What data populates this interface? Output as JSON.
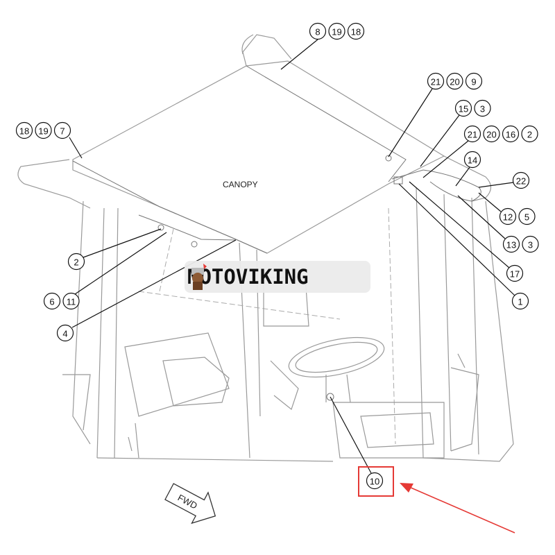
{
  "diagram": {
    "canopy_label": "CANOPY",
    "direction_label": "FWD",
    "watermark": "MOTOVIKING",
    "highlight_color": "#e53935",
    "callouts": [
      {
        "name": "callout-8-19-18",
        "labels": [
          "8",
          "19",
          "18"
        ]
      },
      {
        "name": "callout-18-19-7",
        "labels": [
          "18",
          "19",
          "7"
        ]
      },
      {
        "name": "callout-21-20-9",
        "labels": [
          "21",
          "20",
          "9"
        ]
      },
      {
        "name": "callout-15-3",
        "labels": [
          "15",
          "3"
        ]
      },
      {
        "name": "callout-21-20-16-2",
        "labels": [
          "21",
          "20",
          "16",
          "2"
        ]
      },
      {
        "name": "callout-14",
        "labels": [
          "14"
        ]
      },
      {
        "name": "callout-22",
        "labels": [
          "22"
        ]
      },
      {
        "name": "callout-12-5",
        "labels": [
          "12",
          "5"
        ]
      },
      {
        "name": "callout-13-3",
        "labels": [
          "13",
          "3"
        ]
      },
      {
        "name": "callout-17",
        "labels": [
          "17"
        ]
      },
      {
        "name": "callout-1",
        "labels": [
          "1"
        ]
      },
      {
        "name": "callout-2",
        "labels": [
          "2"
        ]
      },
      {
        "name": "callout-6-11",
        "labels": [
          "6",
          "11"
        ]
      },
      {
        "name": "callout-4",
        "labels": [
          "4"
        ]
      },
      {
        "name": "callout-10",
        "labels": [
          "10"
        ],
        "highlighted": true
      }
    ]
  }
}
